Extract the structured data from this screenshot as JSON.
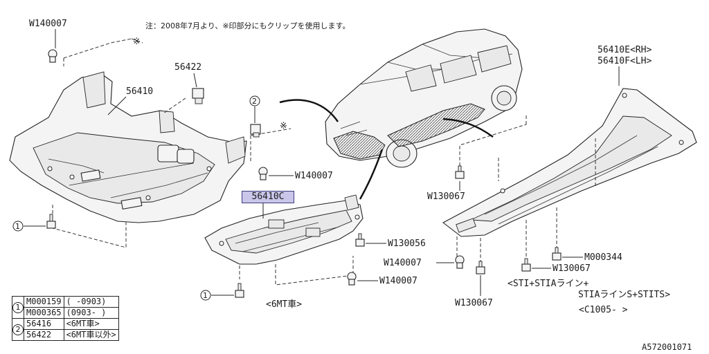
{
  "note": "注：2008年7月より、※印部分にもクリップを使用します。",
  "callouts": {
    "w140007_top": "W140007",
    "p56422": "56422",
    "p56410": "56410",
    "circle2": "2",
    "asterisk1": "※",
    "asterisk2": "※",
    "w140007_mid": "W140007",
    "p56410c": "56410C",
    "circle1_left": "1",
    "circle1_bottom": "1",
    "w130056": "W130056",
    "w140007_lower_a": "W140007",
    "w140007_lower_b": "W140007",
    "mt6": "<6MT車>",
    "w130067_left": "W130067",
    "p56410e": "56410E<RH>",
    "p56410f": "56410F<LH>",
    "m000344": "M000344",
    "w130067_right": "W130067",
    "w130067_bottom": "W130067",
    "sti_line1": "<STI+STIAライン+",
    "sti_line2": "STIAラインS+STITS>",
    "sti_line3": "<C1005-     >"
  },
  "legend": [
    {
      "group": "1",
      "part": "M000159",
      "note": "(   -0903)"
    },
    {
      "group": "1",
      "part": "M000365",
      "note": "(0903-   )"
    },
    {
      "group": "2",
      "part": "56416",
      "note": "<6MT車>"
    },
    {
      "group": "2",
      "part": "56422",
      "note": "<6MT車以外>"
    }
  ],
  "catalog_code": "A572001071",
  "colors": {
    "highlight": "#c9c6ea",
    "line": "#222222"
  }
}
